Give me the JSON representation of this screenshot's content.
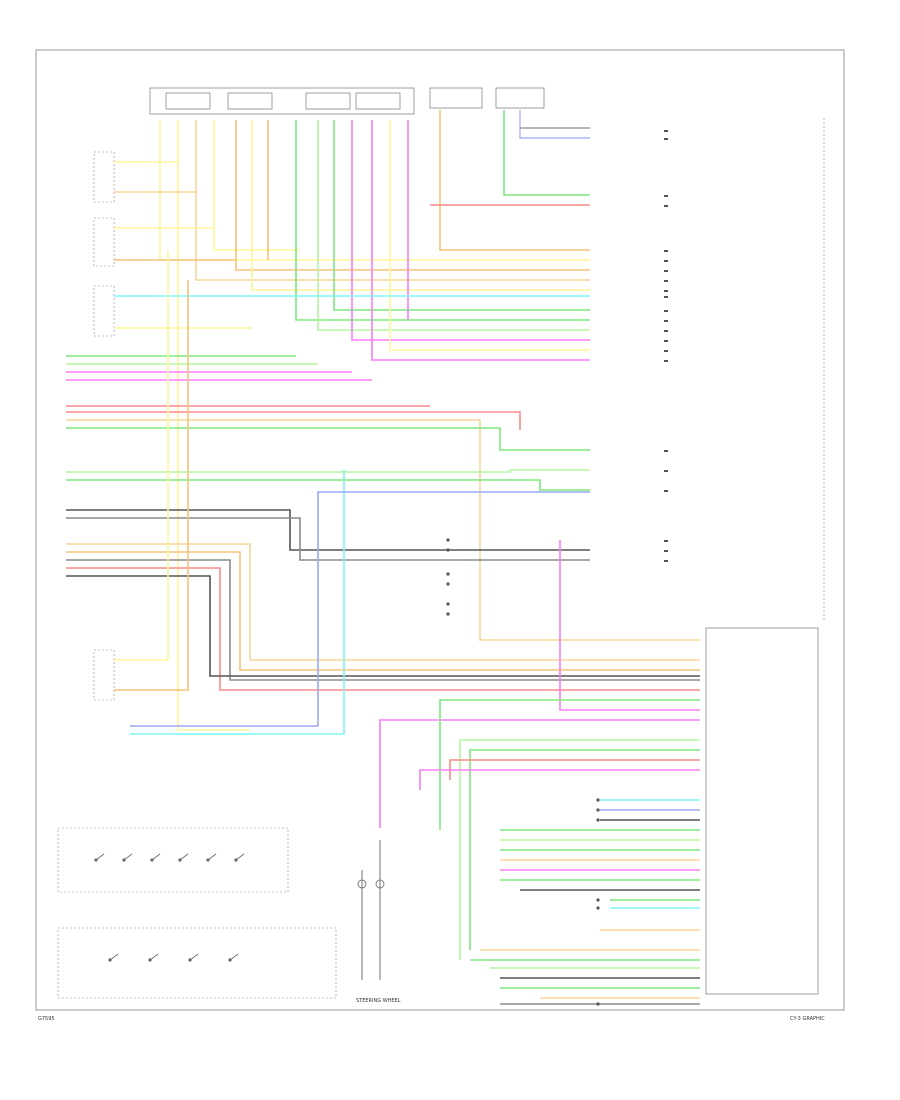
{
  "colors": {
    "yellow": "#fff59a",
    "orange": "#f7c27a",
    "tan": "#f5d69a",
    "green": "#7fe87f",
    "lt_green": "#b6f5a0",
    "cyan": "#7ff5f5",
    "magenta": "#f77ff7",
    "red": "#f78a8a",
    "blue": "#9aa8f7",
    "gray": "#8a8a8a",
    "dark": "#555555",
    "frame": "#999999"
  },
  "labels": {
    "footer_left": "G7595",
    "footer_right": "CY-3 GRAPHIC",
    "bottom_center": "STEERING WHEEL"
  }
}
